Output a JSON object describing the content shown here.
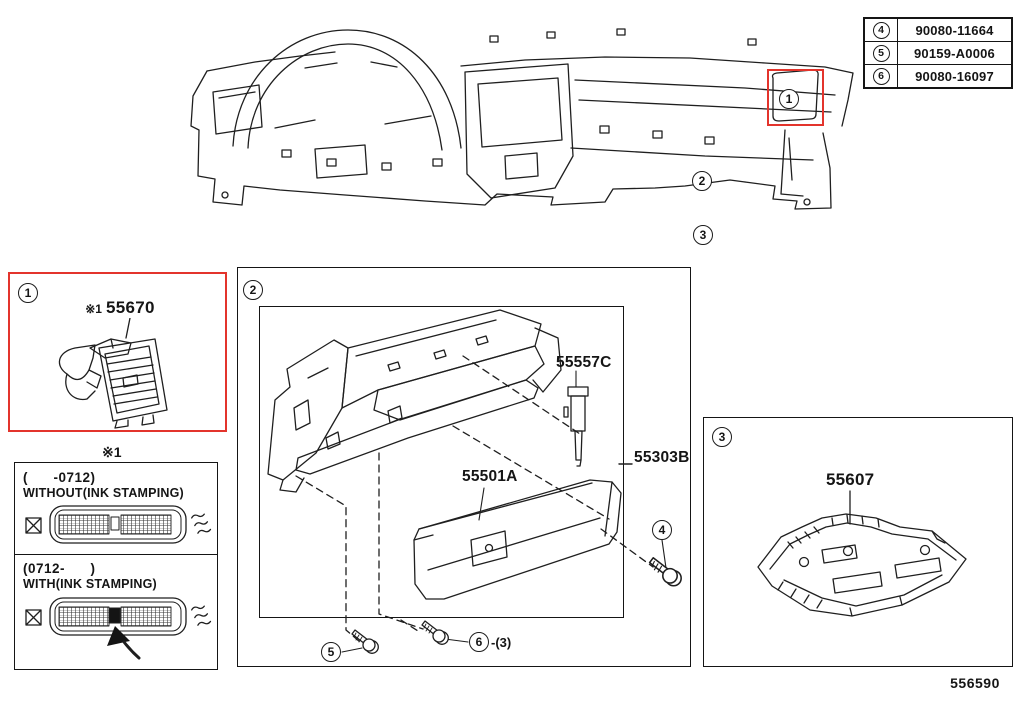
{
  "page": {
    "diagram_number": "556590"
  },
  "colors": {
    "line": "#1f1f1f",
    "highlight": "#e3342c"
  },
  "parts_table": {
    "rows": [
      {
        "callout": "4",
        "part_number": "90080-11664"
      },
      {
        "callout": "5",
        "part_number": "90159-A0006"
      },
      {
        "callout": "6",
        "part_number": "90080-16097"
      }
    ]
  },
  "main_view": {
    "callout_1": "1",
    "callout_2": "2",
    "callout_3": "3"
  },
  "panel_register": {
    "callout": "1",
    "note_ref": "※1",
    "part_number": "55670"
  },
  "note_box": {
    "title": "※1",
    "without": {
      "range": "(      -0712)",
      "condition": "WITHOUT(INK STAMPING)"
    },
    "with": {
      "range": "(0712-      )",
      "condition": "WITH(INK STAMPING)"
    }
  },
  "panel_glovebox": {
    "callout": "2",
    "damper_label": "55557C",
    "door_label": "55501A",
    "assy_label": "55303B",
    "callout_4": "4",
    "callout_5": "5",
    "callout_6": "6",
    "callout_6_qty": "-(3)"
  },
  "panel_undercover": {
    "callout": "3",
    "part_number": "55607"
  }
}
